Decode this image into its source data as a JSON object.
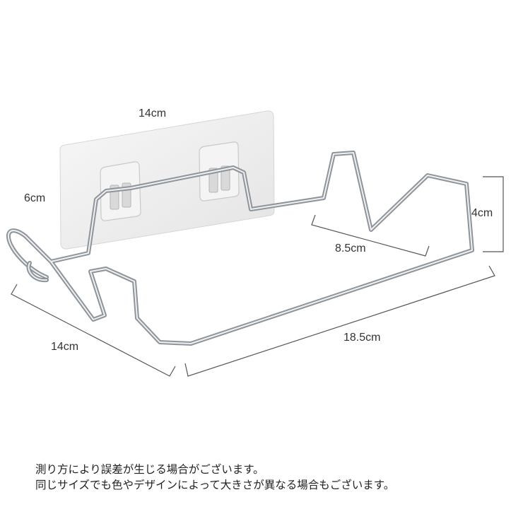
{
  "dimensions": {
    "top_width": "14cm",
    "plate_height": "6cm",
    "hook_height": "4cm",
    "slot_width": "8.5cm",
    "depth": "14cm",
    "length": "18.5cm"
  },
  "notes": [
    "測り方により誤差が生じる場合がございます。",
    "同じサイズでも色やデザインによって大きさが異なる場合もございます。"
  ],
  "colors": {
    "background": "#ffffff",
    "dimension_line": "#555555",
    "metal": "#9aa0a6",
    "metal_highlight": "#e9ecef",
    "plate": "#eeeeee"
  }
}
